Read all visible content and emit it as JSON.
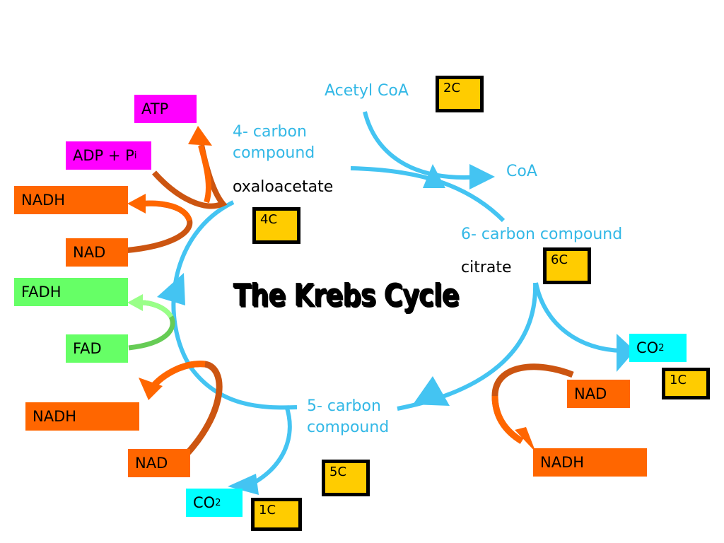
{
  "title": "The Krebs Cycle",
  "labels": {
    "acetyl_coa": "Acetyl CoA",
    "coa": "CoA",
    "four_carbon_1": "4- carbon",
    "four_carbon_2": "compound",
    "oxaloacetate": "oxaloacetate",
    "six_carbon": "6- carbon compound",
    "citrate": "citrate",
    "five_carbon_1": "5- carbon",
    "five_carbon_2": "compound"
  },
  "carbon_counts": {
    "acetyl": "2C",
    "oxaloacetate": "4C",
    "citrate": "6C",
    "co2_right": "1C",
    "five_carbon": "5C",
    "co2_bottom": "1C"
  },
  "molecules": {
    "atp": "ATP",
    "adp": "ADP + P",
    "adp_sub": "i",
    "nadh_top": "NADH",
    "nad_top": "NAD",
    "fadh": "FADH",
    "fad": "FAD",
    "nadh_bottom_left": "NADH",
    "nad_bottom_left": "NAD",
    "co2_bottom": "CO",
    "co2_bottom_sub": "2",
    "co2_right": "CO",
    "co2_right_sub": "2",
    "nad_right": "NAD",
    "nadh_right": "NADH"
  },
  "colors": {
    "cycle_blue": "#44c4f2",
    "atp_magenta": "#ff00ff",
    "nad_orange": "#ff6600",
    "nad_dark": "#cc5511",
    "fad_green": "#66ee66",
    "co2_cyan": "#00ffff",
    "carbon_box": "#ffcc00"
  }
}
